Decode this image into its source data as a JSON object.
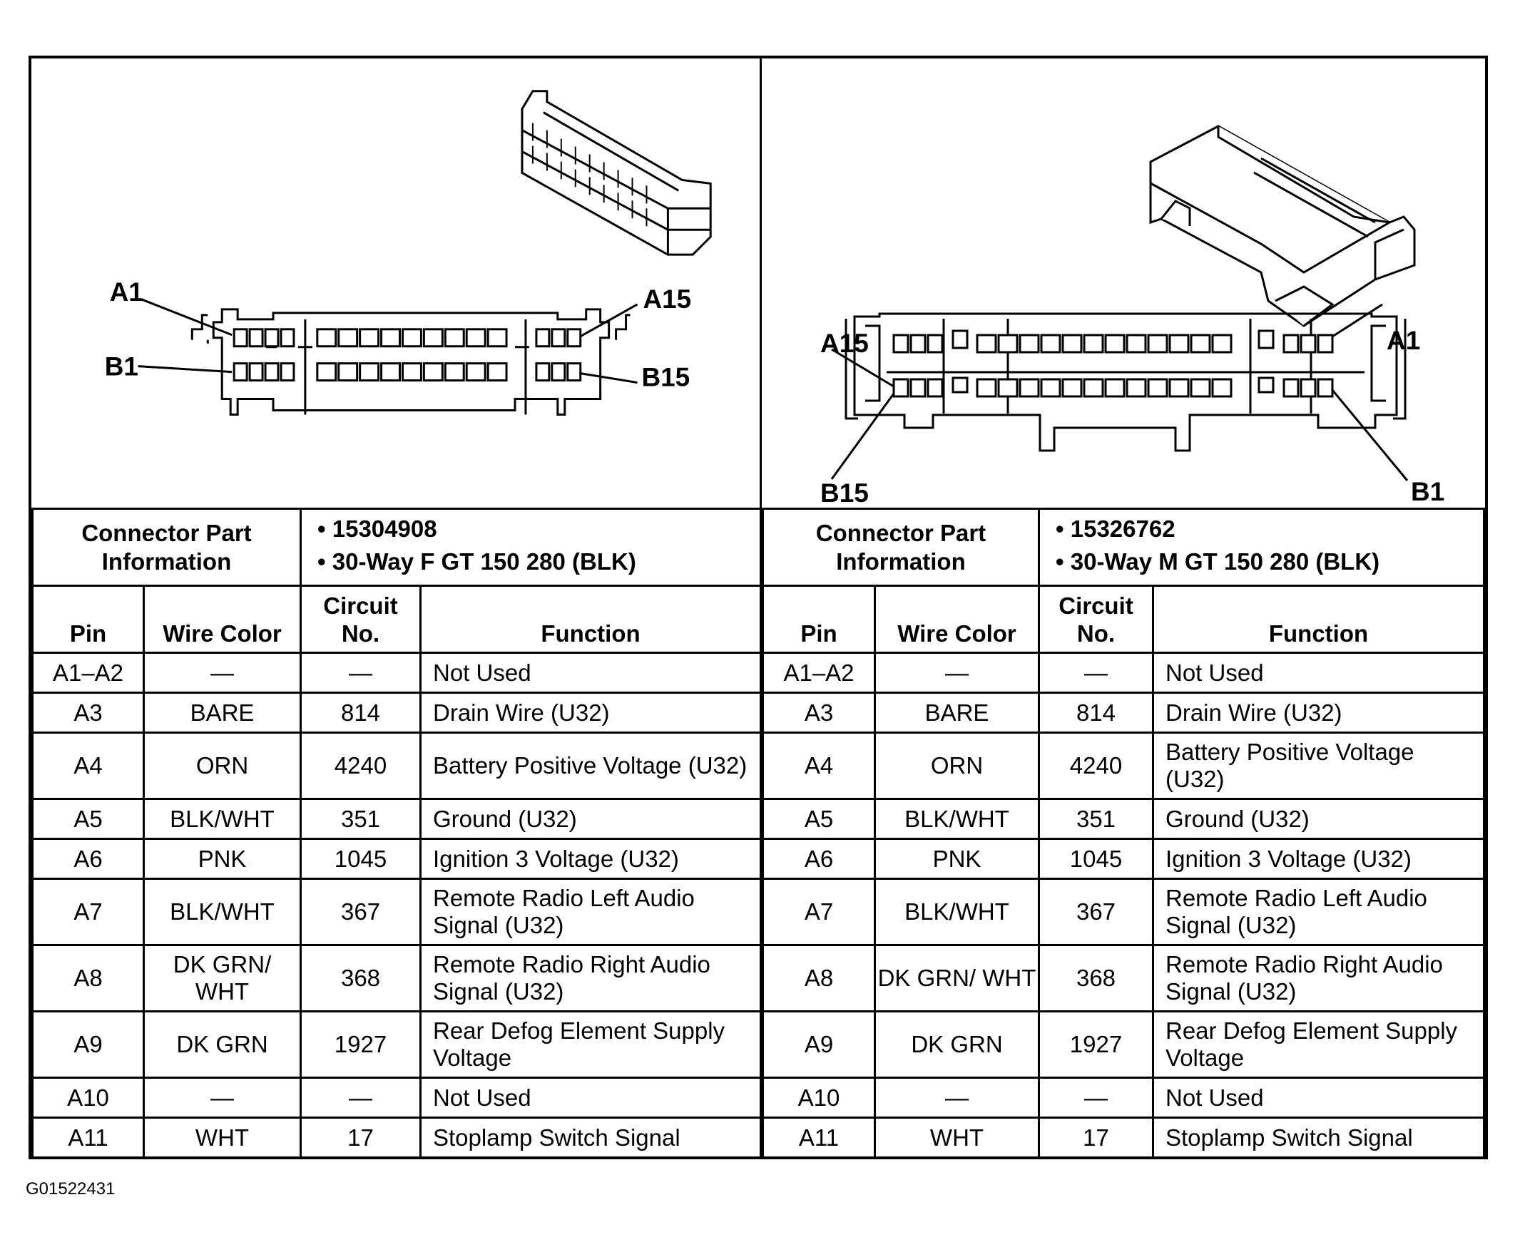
{
  "diagrams": {
    "left": {
      "label_tl": "A1",
      "label_tr": "A15",
      "label_bl": "B1",
      "label_br": "B15"
    },
    "right": {
      "label_tl": "A15",
      "label_tr": "A1",
      "label_bl": "B15",
      "label_br": "B1"
    }
  },
  "connectors": [
    {
      "info_label": "Connector Part Information",
      "part_number": "15304908",
      "part_desc": "30-Way F GT 150 280 (BLK)",
      "headers": {
        "pin": "Pin",
        "wire_color": "Wire Color",
        "circuit": "Circuit No.",
        "function": "Function"
      },
      "rows": [
        {
          "pin": "A1–A2",
          "color": "—",
          "circuit": "—",
          "function": "Not Used"
        },
        {
          "pin": "A3",
          "color": "BARE",
          "circuit": "814",
          "function": "Drain Wire (U32)"
        },
        {
          "pin": "A4",
          "color": "ORN",
          "circuit": "4240",
          "function": "Battery Positive Voltage (U32)"
        },
        {
          "pin": "A5",
          "color": "BLK/WHT",
          "circuit": "351",
          "function": "Ground (U32)"
        },
        {
          "pin": "A6",
          "color": "PNK",
          "circuit": "1045",
          "function": "Ignition 3 Voltage (U32)"
        },
        {
          "pin": "A7",
          "color": "BLK/WHT",
          "circuit": "367",
          "function": "Remote Radio Left Audio Signal (U32)"
        },
        {
          "pin": "A8",
          "color": "DK GRN/ WHT",
          "circuit": "368",
          "function": "Remote Radio Right Audio Signal (U32)"
        },
        {
          "pin": "A9",
          "color": "DK GRN",
          "circuit": "1927",
          "function": "Rear Defog Element Supply Voltage"
        },
        {
          "pin": "A10",
          "color": "—",
          "circuit": "—",
          "function": "Not Used"
        },
        {
          "pin": "A11",
          "color": "WHT",
          "circuit": "17",
          "function": "Stoplamp Switch Signal"
        }
      ]
    },
    {
      "info_label": "Connector Part Information",
      "part_number": "15326762",
      "part_desc": "30-Way M GT 150 280 (BLK)",
      "headers": {
        "pin": "Pin",
        "wire_color": "Wire Color",
        "circuit": "Circuit No.",
        "function": "Function"
      },
      "rows": [
        {
          "pin": "A1–A2",
          "color": "—",
          "circuit": "—",
          "function": "Not Used"
        },
        {
          "pin": "A3",
          "color": "BARE",
          "circuit": "814",
          "function": "Drain Wire (U32)"
        },
        {
          "pin": "A4",
          "color": "ORN",
          "circuit": "4240",
          "function": "Battery Positive Voltage (U32)"
        },
        {
          "pin": "A5",
          "color": "BLK/WHT",
          "circuit": "351",
          "function": "Ground (U32)"
        },
        {
          "pin": "A6",
          "color": "PNK",
          "circuit": "1045",
          "function": "Ignition 3 Voltage (U32)"
        },
        {
          "pin": "A7",
          "color": "BLK/WHT",
          "circuit": "367",
          "function": "Remote Radio Left Audio Signal (U32)"
        },
        {
          "pin": "A8",
          "color": "DK GRN/ WHT",
          "circuit": "368",
          "function": "Remote Radio Right Audio Signal (U32)"
        },
        {
          "pin": "A9",
          "color": "DK GRN",
          "circuit": "1927",
          "function": "Rear Defog Element Supply Voltage"
        },
        {
          "pin": "A10",
          "color": "—",
          "circuit": "—",
          "function": "Not Used"
        },
        {
          "pin": "A11",
          "color": "WHT",
          "circuit": "17",
          "function": "Stoplamp Switch Signal"
        }
      ]
    }
  ],
  "footer_code": "G01522431"
}
